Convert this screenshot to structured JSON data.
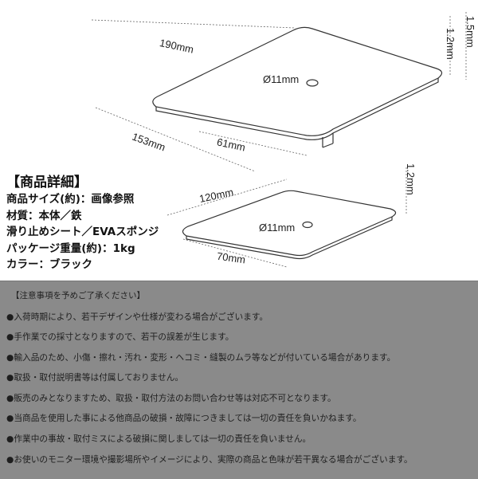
{
  "diagram": {
    "large_plate": {
      "width": "190mm",
      "depth": "153mm",
      "hole_offset": "61mm",
      "hole": "Ø11mm",
      "thickness_total": "1.5mm",
      "thickness_plate": "1.2mm"
    },
    "small_plate": {
      "width": "120mm",
      "depth": "70mm",
      "hole": "Ø11mm",
      "thickness": "1.2mm"
    }
  },
  "specs": {
    "title": "【商品詳細】",
    "lines": [
      "商品サイズ(約)：画像参照",
      "材質：本体／鉄",
      "滑り止めシート／EVAスポンジ",
      "パッケージ重量(約)：1kg",
      "カラー：ブラック"
    ]
  },
  "notes": {
    "title": "【注意事項を予めご了承ください】",
    "items": [
      "●入荷時期により、若干デザインや仕様が変わる場合がございます。",
      "●手作業での採寸となりますので、若干の誤差が生じます。",
      "●輸入品のため、小傷・擦れ・汚れ・変形・ヘコミ・縫製のムラ等などが付いている場合があります。",
      "●取扱・取付説明書等は付属しておりません。",
      "●販売のみとなりますため、取扱・取付方法のお問い合わせ等は対応不可となります。",
      "●当商品を使用した事による他商品の破損・故障につきましては一切の責任を負いかねます。",
      "●作業中の事故・取付ミスによる破損に関しましては一切の責任を負いません。",
      "●お使いのモニター環境や撮影場所やイメージにより、実際の商品と色味が若干異なる場合がございます。"
    ]
  }
}
